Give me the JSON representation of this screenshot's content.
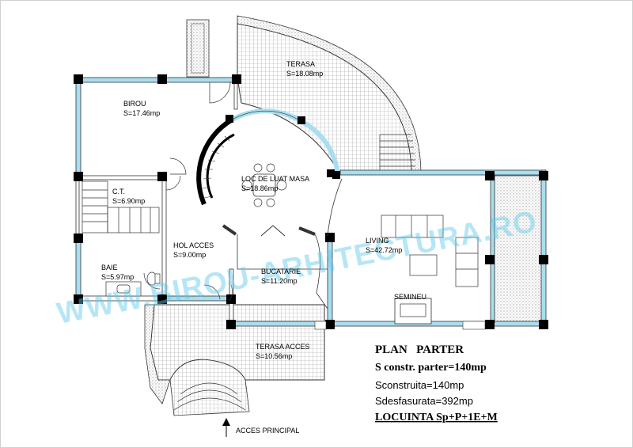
{
  "rooms": {
    "terasa": {
      "name": "TERASA",
      "area": "S=18.08mp"
    },
    "birou": {
      "name": "BIROU",
      "area": "S=17.46mp"
    },
    "loc_masa": {
      "name": "LOC DE LUAT MASA",
      "area": "S=18.86mp"
    },
    "ct": {
      "name": "C.T.",
      "area": "S=6.90mp"
    },
    "hol": {
      "name": "HOL ACCES",
      "area": "S=9.00mp"
    },
    "living": {
      "name": "LIVING",
      "area": "S=42.72mp"
    },
    "baie": {
      "name": "BAIE",
      "area": "S=5.97mp"
    },
    "bucatarie": {
      "name": "BUCATARIE",
      "area": "S=11.20mp"
    },
    "terasa_acces": {
      "name": "TERASA ACCES",
      "area": "S=10.56mp"
    }
  },
  "fixtures": {
    "semineu": "SEMINEU"
  },
  "entrance_label": "ACCES PRINCIPAL",
  "title_block": {
    "title": "PLAN   PARTER",
    "constr": "S constr. parter=140mp",
    "sconstruita": "Sconstruita=140mp",
    "sdesfasurata": "Sdesfasurata=392mp",
    "locuinta": "LOCUINTA Sp+P+1E+M"
  },
  "watermark": "WWW.BIROU-ARHITECTURA.RO",
  "colors": {
    "wall": "#000000",
    "window": "#a8def0",
    "hatch": "#8a8a8a",
    "watermark": "#5ec8ea"
  }
}
